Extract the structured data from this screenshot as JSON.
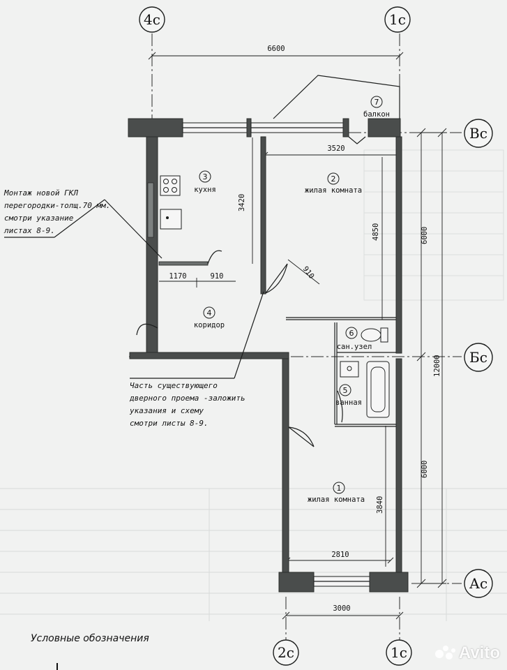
{
  "axes": {
    "col_4c": "4c",
    "col_1c_top": "1c",
    "col_2c": "2c",
    "col_1c_bottom": "1c",
    "row_vc": "Вс",
    "row_bc": "Бс",
    "row_ac": "Ас"
  },
  "dimensions": {
    "overall_width": "6600",
    "room2_width": "3520",
    "kitchen_depth": "3420",
    "room2_depth": "4850",
    "kitchen_1170": "1170",
    "kitchen_910": "910",
    "corridor_910": "910",
    "upper_6000": "6000",
    "total_12000": "12000",
    "lower_6000": "6000",
    "room1_depth": "3840",
    "room1_width": "2810",
    "lower_width": "3000"
  },
  "rooms": [
    {
      "no": "1",
      "name": "жилая комната"
    },
    {
      "no": "2",
      "name": "жилая комната"
    },
    {
      "no": "3",
      "name": "кухня"
    },
    {
      "no": "4",
      "name": "коридор"
    },
    {
      "no": "5",
      "name": "ванная"
    },
    {
      "no": "6",
      "name": "сан.узел"
    },
    {
      "no": "7",
      "name": "балкон"
    }
  ],
  "notes": {
    "gkl_line1": "Монтаж новой ГКЛ",
    "gkl_line2": "перегородки-толщ.70 мм.",
    "gkl_line3": "смотри указание",
    "gkl_line4": "листах 8-9.",
    "door_line1": "Часть существующего",
    "door_line2": "дверного проема -заложить",
    "door_line3": "указания и схему",
    "door_line4": "смотри листы 8-9."
  },
  "legend_title": "Условные обозначения",
  "watermark": "Avito"
}
